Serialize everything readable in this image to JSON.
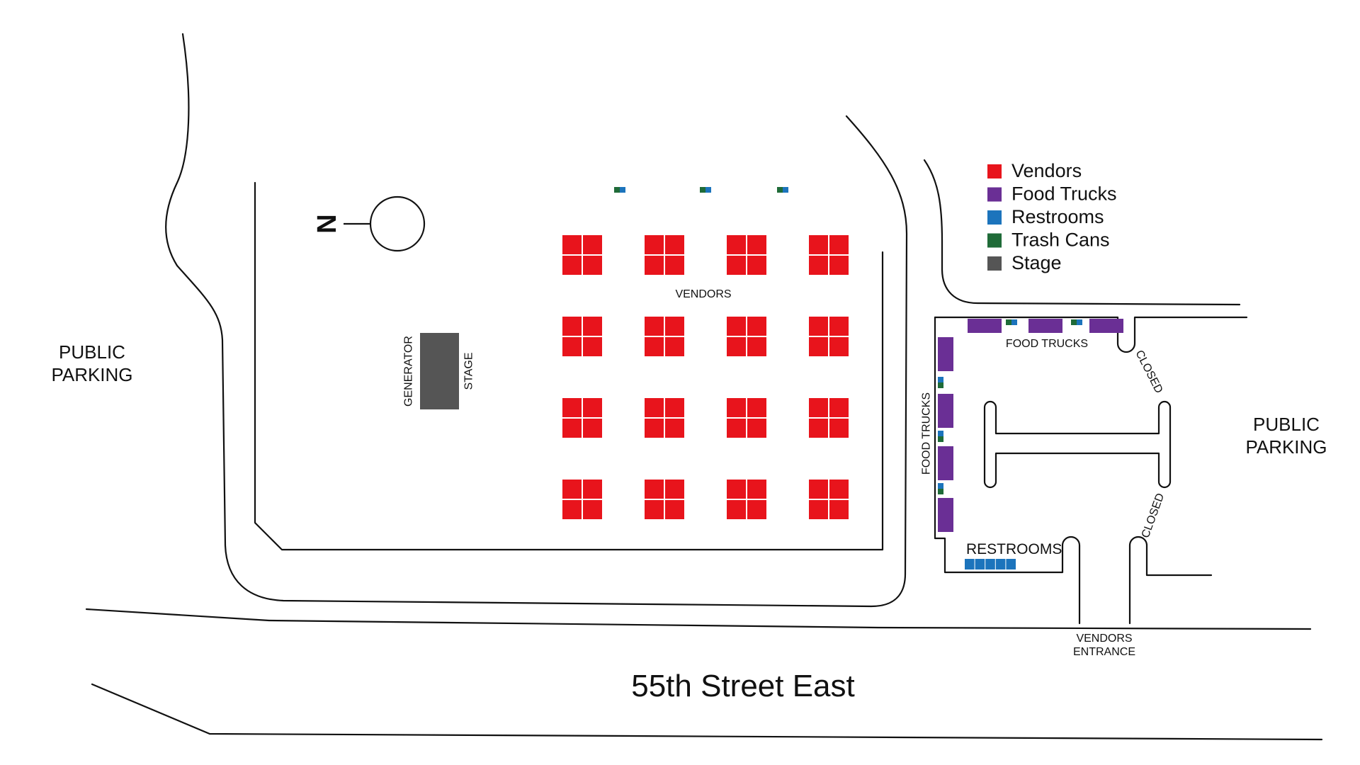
{
  "street": {
    "name": "55th Street East"
  },
  "parking": {
    "west": [
      "PUBLIC",
      "PARKING"
    ],
    "east": [
      "PUBLIC",
      "PARKING"
    ]
  },
  "compass": {
    "label": "N"
  },
  "stage_area": {
    "stage_label": "STAGE",
    "generator_label": "GENERATOR"
  },
  "vendors": {
    "label": "VENDORS",
    "booth_rows": 4,
    "booth_cols": 4
  },
  "food_trucks": {
    "top_label": "FOOD TRUCKS",
    "side_label": "FOOD TRUCKS"
  },
  "restrooms": {
    "label": "RESTROOMS",
    "unit_count": 5
  },
  "gates": {
    "closed_top": "CLOSED",
    "closed_bottom": "CLOSED"
  },
  "entrance": {
    "lines": [
      "VENDORS",
      "ENTRANCE"
    ]
  },
  "legend": [
    {
      "label": "Vendors",
      "color": "#e8141c"
    },
    {
      "label": "Food Trucks",
      "color": "#6a2f95"
    },
    {
      "label": "Restrooms",
      "color": "#1c74bc"
    },
    {
      "label": "Trash Cans",
      "color": "#1f6b38"
    },
    {
      "label": "Stage",
      "color": "#555555"
    }
  ]
}
